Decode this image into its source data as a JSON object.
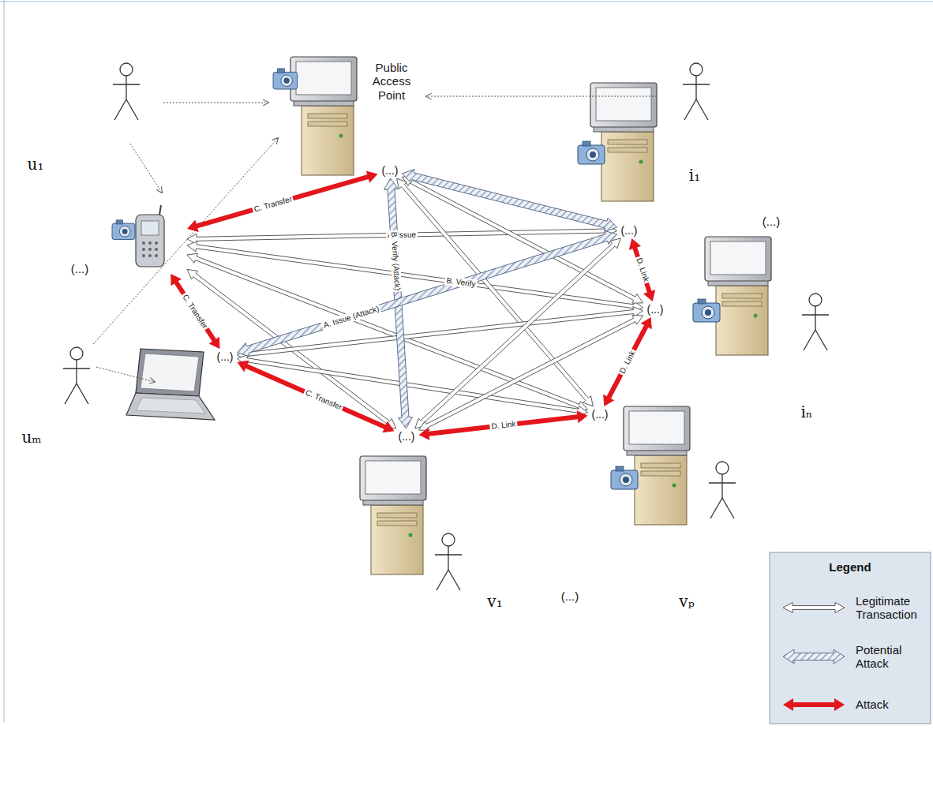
{
  "diagram": {
    "nodes": [
      {
        "text": [
          "Public Access Point",
          "(...)"
        ]
      },
      {
        "text": []
      },
      {
        "text": [
          "(...)"
        ]
      },
      {
        "text": [
          "(...)"
        ]
      },
      {
        "text": [
          "(...)"
        ]
      },
      {
        "text": [
          "(...)"
        ]
      },
      {
        "text": [
          "(...)"
        ]
      }
    ],
    "edges": [
      {
        "from": 1,
        "to": 0,
        "arrow": "both",
        "label": "C. Transfer"
      },
      {
        "from": 1,
        "to": 2,
        "arrow": "both",
        "label": "C. Transfer"
      },
      {
        "from": 2,
        "to": 6,
        "arrow": "both",
        "label": "C. Transfer"
      },
      {
        "from": 3,
        "to": 4,
        "arrow": "both",
        "label": "D. Link"
      },
      {
        "from": 4,
        "to": 5,
        "arrow": "both",
        "label": "D. Link"
      },
      {
        "from": 6,
        "to": 5,
        "arrow": "both",
        "label": "D. Link"
      },
      {
        "from": 0,
        "to": 3,
        "arrow": "both"
      },
      {
        "from": 0,
        "to": 6,
        "arrow": "both",
        "label": "B. Verify (Attack)"
      },
      {
        "from": 2,
        "to": 3,
        "arrow": "both",
        "label": "A. Issue (Attack)"
      },
      {
        "from": 1,
        "to": 3,
        "arrow": "both",
        "label": "A. Issue"
      },
      {
        "from": 1,
        "to": 4,
        "arrow": "both",
        "label": "B. Verify"
      },
      {
        "from": 1,
        "to": 6,
        "arrow": "both"
      },
      {
        "from": 1,
        "to": 5,
        "arrow": "both"
      },
      {
        "from": 0,
        "to": 4,
        "arrow": "both"
      },
      {
        "from": 0,
        "to": 5,
        "arrow": "both"
      },
      {
        "from": 2,
        "to": 4,
        "arrow": "both"
      },
      {
        "from": 2,
        "to": 5,
        "arrow": "both"
      },
      {
        "from": 6,
        "to": 3,
        "arrow": "both"
      },
      {
        "from": 6,
        "to": 4,
        "arrow": "both"
      }
    ],
    "labels": [
      "Legend",
      "u₁",
      "uₘ",
      "i₁",
      "iₙ",
      "v₁",
      "vₚ",
      "(...)",
      "(...)",
      "(...)"
    ],
    "legend": [
      {
        "text": "Legitimate Transaction"
      },
      {
        "text": "Potential Attack"
      },
      {
        "text": "Attack"
      }
    ]
  }
}
